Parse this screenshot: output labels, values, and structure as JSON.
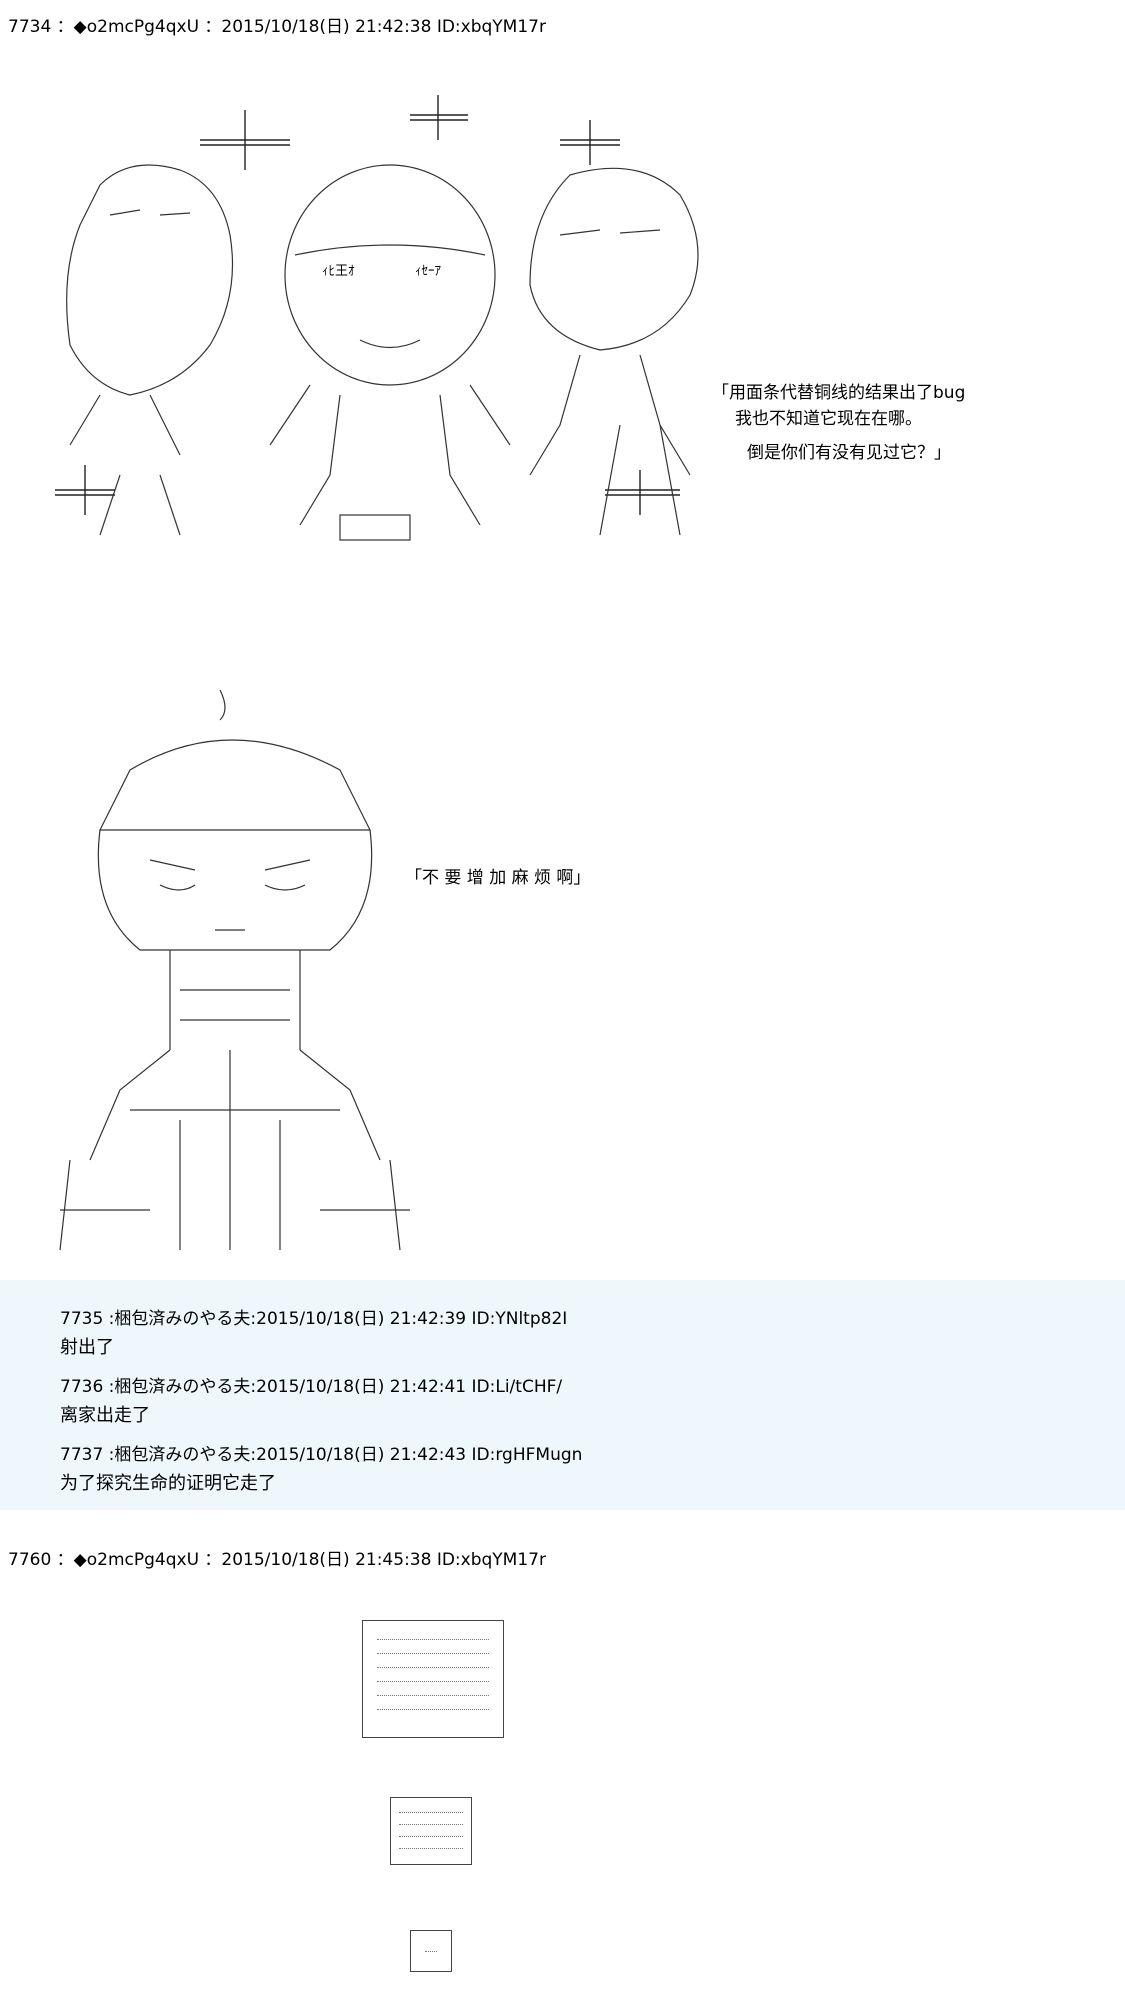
{
  "post_7734": {
    "header": "7734 ：◆o2mcPg4qxU ：2015/10/18(日) 21:42:38 ID:xbqYM17r",
    "speech_lines": [
      "「用面条代替铜线的结果出了bug",
      "我也不知道它现在在哪。",
      "倒是你们有没有见过它？」"
    ],
    "speech_2": "「不 要 增 加 麻 烦 啊」",
    "face_labels": [
      "ｨﾋ王ｵ",
      "ｨｾｰｱ"
    ]
  },
  "replies": [
    {
      "header": "7735 :梱包済みのやる夫:2015/10/18(日) 21:42:39 ID:YNltp82I",
      "body": "射出了"
    },
    {
      "header": "7736 :梱包済みのやる夫:2015/10/18(日) 21:42:41 ID:Li/tCHF/",
      "body": "离家出走了"
    },
    {
      "header": "7737 :梱包済みのやる夫:2015/10/18(日) 21:42:43 ID:rgHFMugn",
      "body": "为了探究生命的证明它走了"
    }
  ],
  "post_7760": {
    "header": "7760 ：◆o2mcPg4qxU ：2015/10/18(日) 21:45:38 ID:xbqYM17r"
  }
}
